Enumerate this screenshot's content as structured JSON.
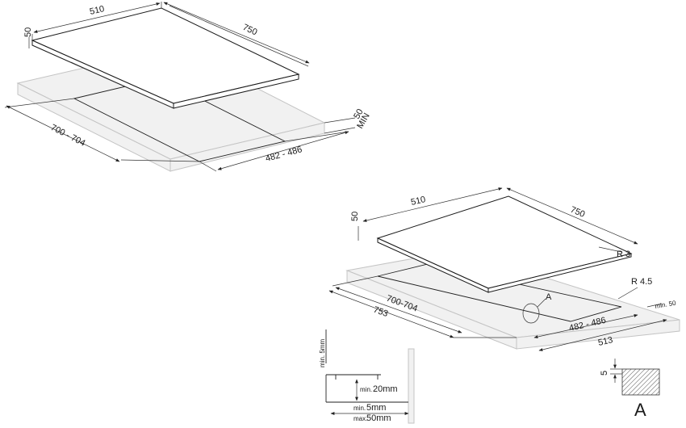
{
  "top_view": {
    "width_label": "510",
    "depth_label": "750",
    "height_label": "50",
    "cutout_width_label": "700 - 704",
    "cutout_depth_label": "482 - 486",
    "clearance_value": "50",
    "clearance_suffix": "MIN"
  },
  "bottom_view": {
    "width_label": "510",
    "depth_label": "750",
    "height_label": "50",
    "radius_top_label": "R 3",
    "radius_cut_label": "R 4.5",
    "detail_marker": "A",
    "cutout_width_label": "700-704",
    "overall_width_label": "753",
    "cutout_depth_label": "482 - 486",
    "overall_depth_label": "513",
    "clearance_label": "min. 50"
  },
  "section": {
    "top_gap_label": "min. 5mm",
    "drop_label_prefix": "min.",
    "drop_label_value": "20mm",
    "bottom_min_prefix": "min.",
    "bottom_min_value": "5mm",
    "bottom_max_prefix": "max.",
    "bottom_max_value": "50mm"
  },
  "detail": {
    "thickness_label": "5",
    "marker": "A"
  }
}
